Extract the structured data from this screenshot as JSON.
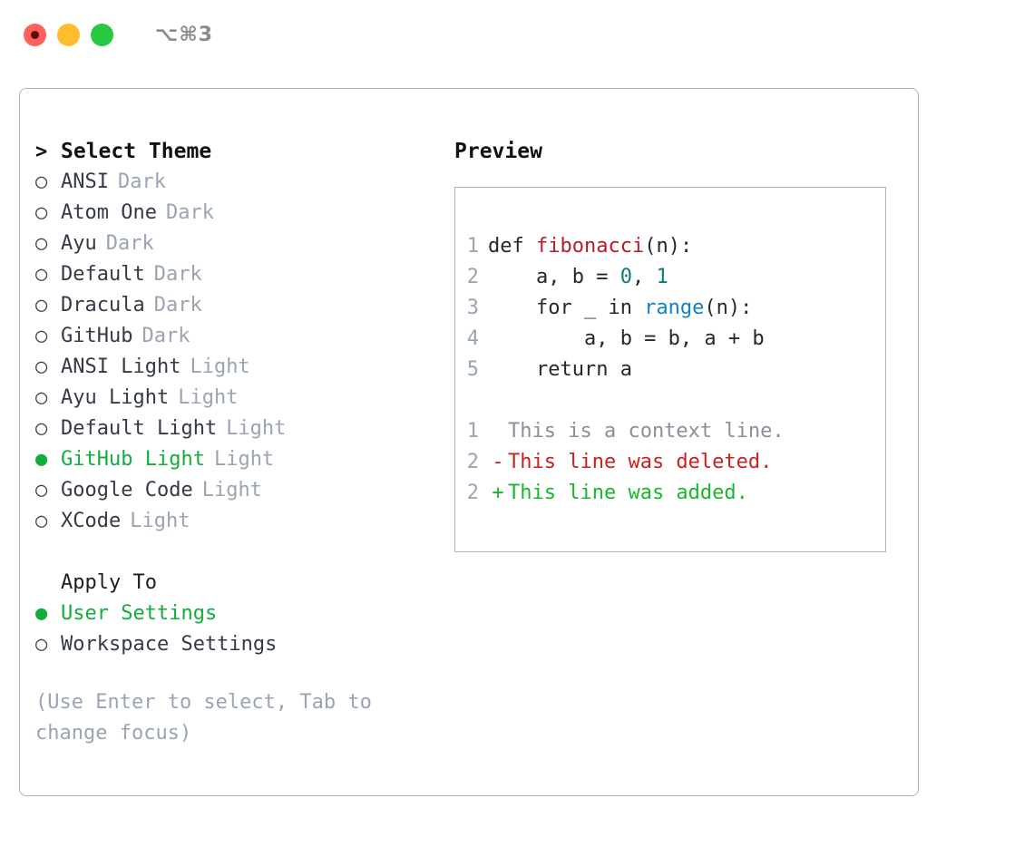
{
  "titlebar": {
    "shortcut": "⌥⌘3",
    "lights": [
      "close-red",
      "minimize-yellow",
      "zoom-green"
    ]
  },
  "theme_list": {
    "header_marker": ">",
    "header": "Select Theme",
    "unselected_bullet": "○",
    "selected_bullet": "●",
    "items": [
      {
        "name": "ANSI",
        "variant": "Dark",
        "selected": false
      },
      {
        "name": "Atom One",
        "variant": "Dark",
        "selected": false
      },
      {
        "name": "Ayu",
        "variant": "Dark",
        "selected": false
      },
      {
        "name": "Default",
        "variant": "Dark",
        "selected": false
      },
      {
        "name": "Dracula",
        "variant": "Dark",
        "selected": false
      },
      {
        "name": "GitHub",
        "variant": "Dark",
        "selected": false
      },
      {
        "name": "ANSI Light",
        "variant": "Light",
        "selected": false
      },
      {
        "name": "Ayu Light",
        "variant": "Light",
        "selected": false
      },
      {
        "name": "Default Light",
        "variant": "Light",
        "selected": false
      },
      {
        "name": "GitHub Light",
        "variant": "Light",
        "selected": true
      },
      {
        "name": "Google Code",
        "variant": "Light",
        "selected": false
      },
      {
        "name": "XCode",
        "variant": "Light",
        "selected": false
      }
    ]
  },
  "apply_to": {
    "title": "Apply To",
    "items": [
      {
        "name": "User Settings",
        "selected": true
      },
      {
        "name": "Workspace Settings",
        "selected": false
      }
    ]
  },
  "hint": "(Use Enter to select, Tab to\nchange focus)",
  "preview": {
    "title": "Preview",
    "code_lines": [
      {
        "num": "1",
        "segments": [
          {
            "text": "def ",
            "cls": "code-text"
          },
          {
            "text": "fibonacci",
            "cls": "tok-fn"
          },
          {
            "text": "(n):",
            "cls": "code-text"
          }
        ]
      },
      {
        "num": "2",
        "segments": [
          {
            "text": "    a, b = ",
            "cls": "code-text"
          },
          {
            "text": "0",
            "cls": "tok-num"
          },
          {
            "text": ", ",
            "cls": "code-text"
          },
          {
            "text": "1",
            "cls": "tok-num"
          }
        ]
      },
      {
        "num": "3",
        "segments": [
          {
            "text": "    for _ in ",
            "cls": "code-text"
          },
          {
            "text": "range",
            "cls": "tok-builtin"
          },
          {
            "text": "(n):",
            "cls": "code-text"
          }
        ]
      },
      {
        "num": "4",
        "segments": [
          {
            "text": "        a, b = b, a + b",
            "cls": "code-text"
          }
        ]
      },
      {
        "num": "5",
        "segments": [
          {
            "text": "    return a",
            "cls": "code-text"
          }
        ]
      }
    ],
    "diff_lines": [
      {
        "num": "1",
        "sign": " ",
        "text": "This is a context line.",
        "kind": "diff-context"
      },
      {
        "num": "2",
        "sign": "-",
        "text": "This line was deleted.",
        "kind": "diff-del"
      },
      {
        "num": "2",
        "sign": "+",
        "text": "This line was added.",
        "kind": "diff-add"
      }
    ]
  },
  "colors": {
    "accent_green": "#12ad3b",
    "muted_gray": "#9aa4b2",
    "border": "#a9b3bf",
    "diff_add": "#18b82b",
    "diff_del": "#c9211e",
    "token_function": "#b31d28",
    "token_number": "#0b7c77",
    "token_builtin": "#1182c3"
  }
}
